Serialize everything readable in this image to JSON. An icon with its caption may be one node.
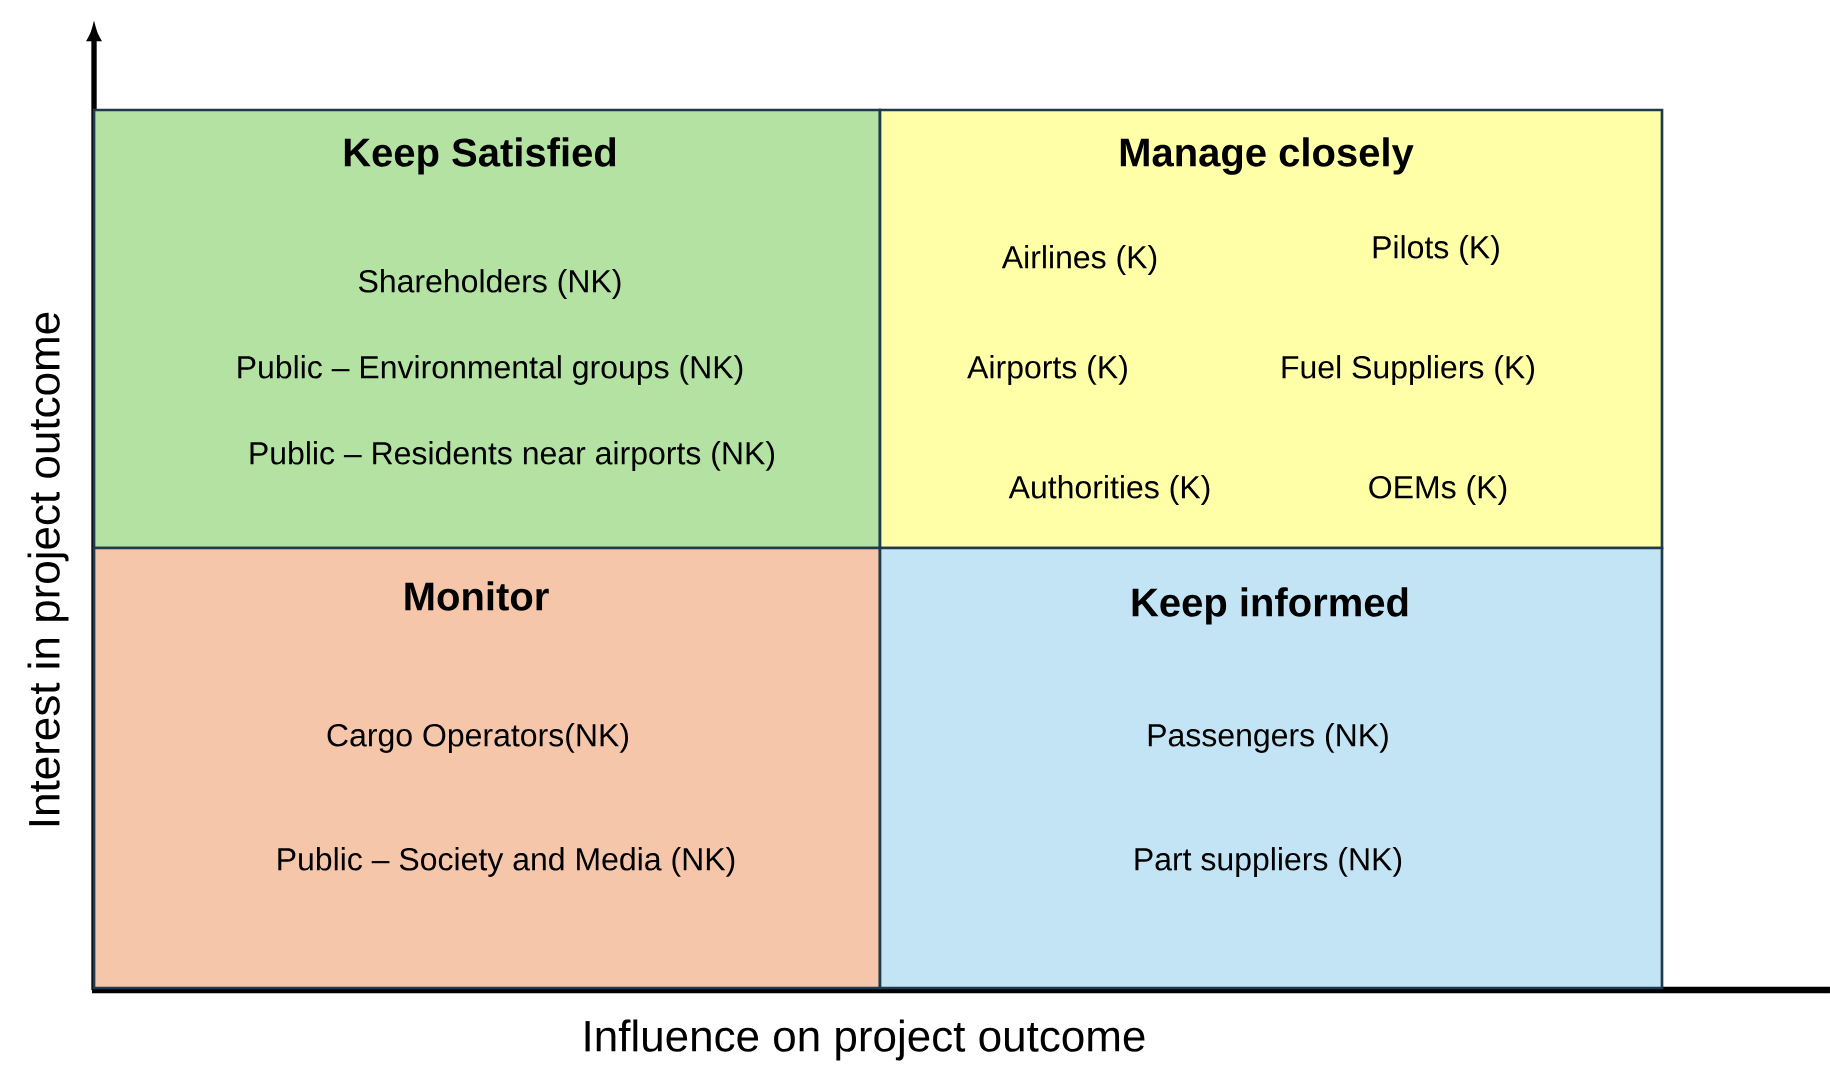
{
  "diagram": {
    "nodes": [
      {
        "text": [
          "Keep Satisfied",
          "Shareholders (NK)",
          "Public – Environmental groups (NK)",
          "Public – Residents near airports (NK)"
        ]
      },
      {
        "text": [
          "Manage closely",
          "Airlines (K)",
          "Pilots (K)",
          "Airports (K)",
          "Fuel Suppliers (K)",
          "Authorities (K)",
          "OEMs (K)"
        ]
      },
      {
        "text": [
          "Monitor",
          "Cargo Operators(NK)",
          "Public – Society and Media (NK)"
        ]
      },
      {
        "text": [
          "Keep informed",
          "Passengers (NK)",
          "Part suppliers (NK)"
        ]
      }
    ],
    "labels": [
      "Interest in project outcome",
      "Influence on project outcome"
    ]
  }
}
